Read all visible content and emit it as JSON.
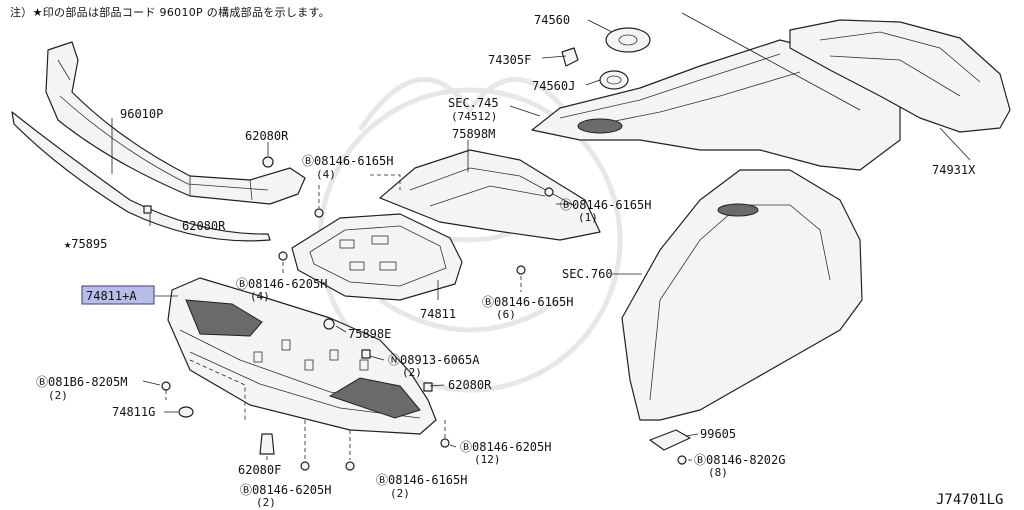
{
  "note": "注）★印の部品は部品コード 96010P の構成部品を示します。",
  "diagram_code": "J74701LG",
  "labels": {
    "l74560": "74560",
    "l74305f": "74305F",
    "l74560j": "74560J",
    "lsec745": "SEC.745",
    "lsec745sub": "(74512)",
    "l96010p": "96010P",
    "l62080r_top": "62080R",
    "l75898m": "75898M",
    "l08146_6165h_a": "Ⓑ08146-6165H",
    "l08146_6165h_a_q": "(4)",
    "l08146_6165h_b": "Ⓑ08146-6165H",
    "l08146_6165h_b_q": "(1)",
    "l74931x": "74931X",
    "l62080r_mid": "62080R",
    "l75895": "★75895",
    "l08146_6205h_a": "Ⓑ08146-6205H",
    "l08146_6205h_a_q": "(4)",
    "lsec760": "SEC.760",
    "l74811a": "74811+A",
    "l74811": "74811",
    "l08146_6165h_c": "Ⓑ08146-6165H",
    "l08146_6165h_c_q": "(6)",
    "l75898e": "75898E",
    "l08913": "Ⓝ08913-6065A",
    "l08913_q": "(2)",
    "l081b6": "Ⓑ081B6-8205M",
    "l081b6_q": "(2)",
    "l62080r_low": "62080R",
    "l74811g": "74811G",
    "l99605": "99605",
    "l08146_6205h_b": "Ⓑ08146-6205H",
    "l08146_6205h_b_q": "(12)",
    "l08146_8202g": "Ⓑ08146-8202G",
    "l08146_8202g_q": "(8)",
    "l62080f": "62080F",
    "l08146_6205h_c": "Ⓑ08146-6205H",
    "l08146_6205h_c_q": "(2)",
    "l08146_6165h_d": "Ⓑ08146-6165H",
    "l08146_6165h_d_q": "(2)"
  }
}
